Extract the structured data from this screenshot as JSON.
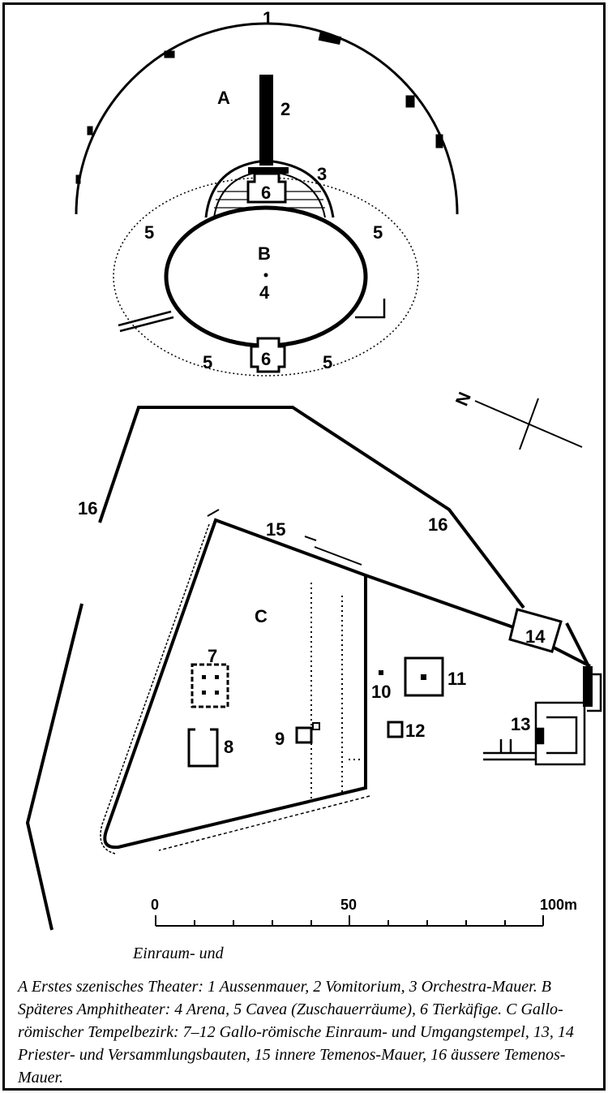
{
  "plan": {
    "label_1": "1",
    "label_2": "2",
    "label_3": "3",
    "label_4": "4",
    "label_5": "5",
    "label_6": "6",
    "label_7": "7",
    "label_8": "8",
    "label_9": "9",
    "label_10": "10",
    "label_11": "11",
    "label_12": "12",
    "label_13": "13",
    "label_14": "14",
    "label_15": "15",
    "label_16": "16",
    "label_A": "A",
    "label_B": "B",
    "label_C": "C",
    "north": "N"
  },
  "scale": {
    "tick_0": "0",
    "tick_50": "50",
    "tick_100": "100m"
  },
  "caption": {
    "fragment": "Einraum- und",
    "text": "A Erstes szenisches Theater: 1 Aussenmauer, 2 Vomitorium, 3 Orchestra-Mauer. B Späteres Amphitheater: 4 Arena, 5 Cavea (Zuschauerräume), 6 Tierkäfige. C Gallo-römischer Tempelbezirk: 7–12 Gallo-römische Einraum- und Umgangstempel, 13, 14 Priester- und Versammlungsbauten, 15 innere Temenos-Mauer, 16 äussere Temenos-Mauer."
  }
}
